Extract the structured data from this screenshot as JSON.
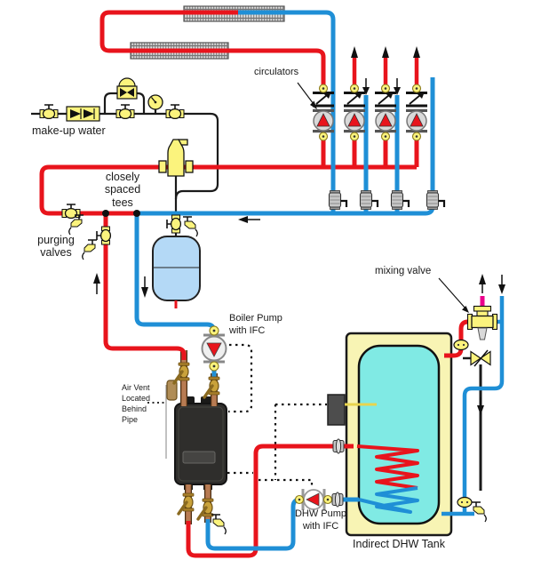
{
  "labels": {
    "make_up_water": "make-up water",
    "closely_spaced_tees": "closely\nspaced\ntees",
    "purging_valves": "purging\nvalves",
    "circulators": "circulators",
    "boiler_pump": "Boiler Pump\nwith IFC",
    "air_vent_note": "Air Vent\nLocated\nBehind\nPipe",
    "mixing_valve": "mixing valve",
    "dhw_pump": "DHW Pump\nwith IFC",
    "indirect_dhw_tank": "Indirect DHW Tank"
  },
  "colors": {
    "supply_hot_red": "#E8141C",
    "return_blue": "#1F8FD6",
    "mixed_hot_magenta": "#EC008C",
    "cold_water_black": "#1A1A1A",
    "component_yellow": "#FBF37D",
    "copper_pipe": "#B87B52",
    "brass_valve": "#C9A23B",
    "boiler_body": "#2F2E2C",
    "tank_insulation": "#F8F4B4",
    "tank_water": "#80EAE4",
    "expansion_tank": "#B4D9F6",
    "radiator_grey": "#E0E0E0"
  },
  "counts": {
    "circulators": 4,
    "zone_supply_risers": 4,
    "zone_return_drops": 4,
    "baseboard_radiators": 2,
    "closely_spaced_tees": 2,
    "purging_valves": 2
  }
}
